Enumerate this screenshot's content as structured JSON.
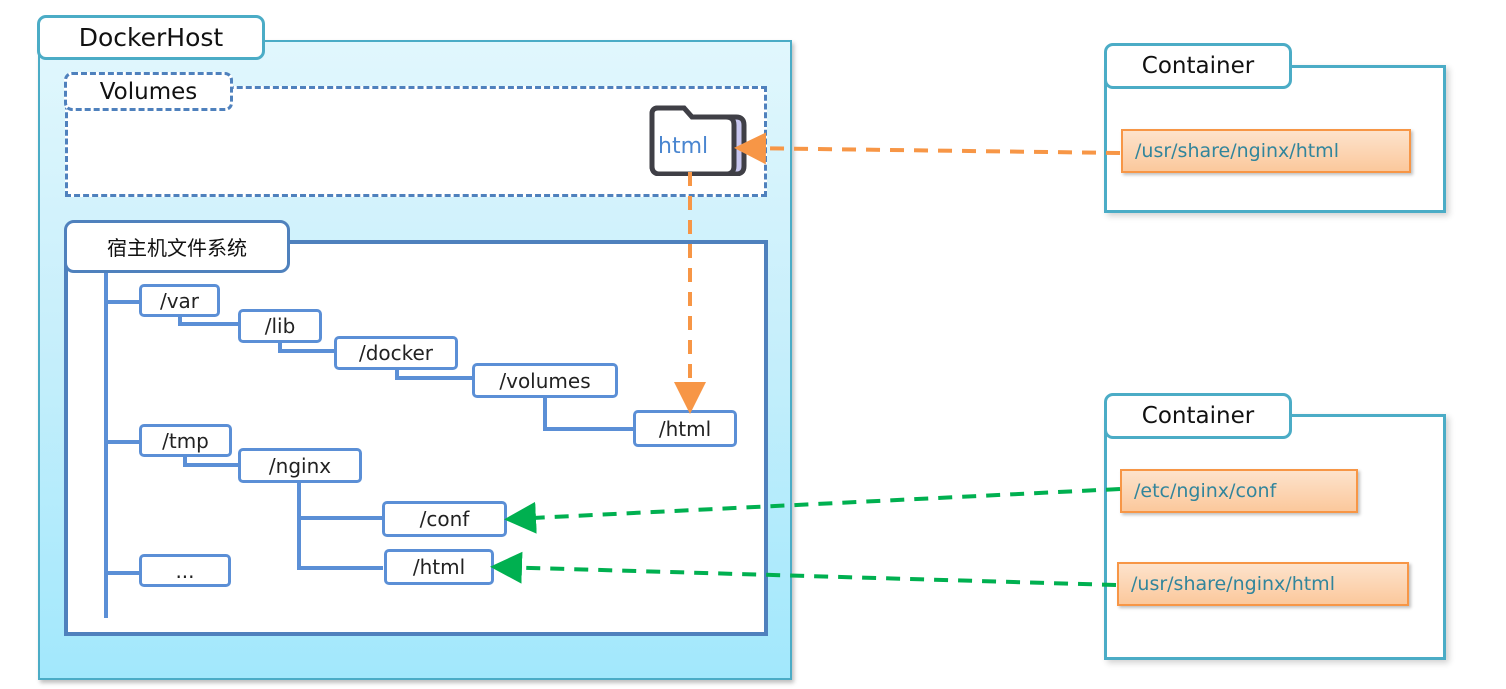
{
  "docker_host": {
    "label": "DockerHost",
    "volumes": {
      "label": "Volumes",
      "folder": {
        "label": "html",
        "icon": "folder-icon"
      }
    },
    "host_filesystem": {
      "label": "宿主机文件系统",
      "nodes": {
        "var": "/var",
        "lib": "/lib",
        "docker": "/docker",
        "volumes": "/volumes",
        "volumes_html": "/html",
        "tmp": "/tmp",
        "nginx": "/nginx",
        "conf": "/conf",
        "nginx_html": "/html",
        "more": "..."
      }
    }
  },
  "containers": [
    {
      "label": "Container",
      "paths": [
        "/usr/share/nginx/html"
      ]
    },
    {
      "label": "Container",
      "paths": [
        "/etc/nginx/conf",
        "/usr/share/nginx/html"
      ]
    }
  ],
  "colors": {
    "docker_host_border": "#4bacc6",
    "tree_blue": "#5b8fd6",
    "volume_mount_arrow": "#f79646",
    "bind_mount_arrow": "#00b050",
    "container_path_text": "#31859c"
  }
}
